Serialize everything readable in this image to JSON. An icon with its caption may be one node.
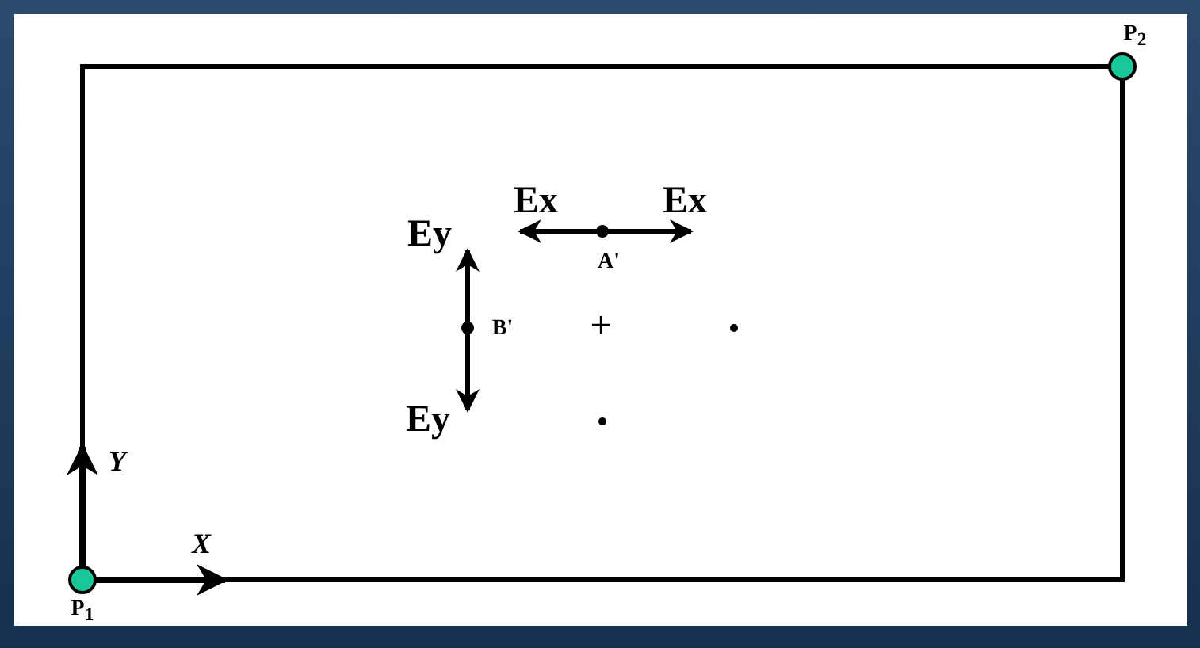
{
  "diagram": {
    "labels": [
      "P$_{2}$",
      "Ex",
      "Ex",
      "Ey",
      "A'",
      "B'",
      "+",
      "Ey",
      "Y",
      "X",
      "P$_{1}$"
    ]
  }
}
